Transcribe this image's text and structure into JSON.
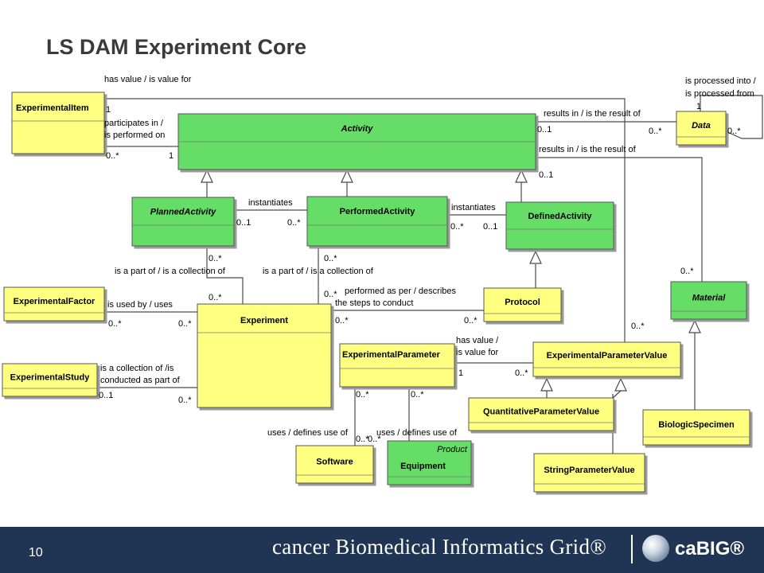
{
  "title": "LS DAM Experiment Core",
  "colors": {
    "yellow_class": "#ffff80",
    "green_class": "#66dd66",
    "footer": "#1f3553"
  },
  "classes": [
    {
      "id": "ExperimentalItem",
      "name": "ExperimentalItem",
      "italic": false,
      "fill": "yellow"
    },
    {
      "id": "Activity",
      "name": "Activity",
      "italic": true,
      "fill": "green"
    },
    {
      "id": "Data",
      "name": "Data",
      "italic": true,
      "fill": "yellow"
    },
    {
      "id": "PlannedActivity",
      "name": "PlannedActivity",
      "italic": true,
      "fill": "green"
    },
    {
      "id": "PerformedActivity",
      "name": "PerformedActivity",
      "italic": false,
      "fill": "green"
    },
    {
      "id": "DefinedActivity",
      "name": "DefinedActivity",
      "italic": false,
      "fill": "green"
    },
    {
      "id": "ExperimentalFactor",
      "name": "ExperimentalFactor",
      "italic": false,
      "fill": "yellow"
    },
    {
      "id": "Experiment",
      "name": "Experiment",
      "italic": false,
      "fill": "yellow"
    },
    {
      "id": "Protocol",
      "name": "Protocol",
      "italic": false,
      "fill": "yellow"
    },
    {
      "id": "Material",
      "name": "Material",
      "italic": true,
      "fill": "green"
    },
    {
      "id": "ExperimentalStudy",
      "name": "ExperimentalStudy",
      "italic": false,
      "fill": "yellow"
    },
    {
      "id": "ExperimentalParameter",
      "name": "ExperimentalParameter",
      "italic": false,
      "fill": "yellow"
    },
    {
      "id": "ExperimentalParameterValue",
      "name": "ExperimentalParameterValue",
      "italic": false,
      "fill": "yellow"
    },
    {
      "id": "QuantitativeParameterValue",
      "name": "QuantitativeParameterValue",
      "italic": false,
      "fill": "yellow"
    },
    {
      "id": "BiologicSpecimen",
      "name": "BiologicSpecimen",
      "italic": false,
      "fill": "yellow"
    },
    {
      "id": "Software",
      "name": "Software",
      "italic": false,
      "fill": "yellow"
    },
    {
      "id": "Equipment",
      "name": "Equipment",
      "italic": false,
      "fill": "green",
      "stereotype": "Product"
    },
    {
      "id": "StringParameterValue",
      "name": "StringParameterValue",
      "italic": false,
      "fill": "yellow"
    }
  ],
  "labels": [
    "has value / is value for",
    "participates in /",
    "is performed on",
    "is processed into /",
    "is processed from",
    "results in / is the result of",
    "results in / is the result of",
    "instantiates",
    "instantiates",
    "is a part of / is a collection of",
    "is a part of / is a collection of",
    "performed as per / describes",
    "the steps to conduct",
    "is used by / uses",
    "is a collection of /is",
    "conducted as part of",
    "has value /",
    "is value for",
    "uses / defines use of",
    "uses / defines use of"
  ],
  "multiplicities": [
    "1",
    "0..*",
    "1",
    "1",
    "0..*",
    "0..1",
    "0..*",
    "0..1",
    "0..1",
    "0..*",
    "0..*",
    "0..1",
    "0..*",
    "0..*",
    "0..*",
    "0..*",
    "0..*",
    "0..*",
    "0..*",
    "0..*",
    "0..*",
    "0..1",
    "0..*",
    "1",
    "0..*",
    "0..*",
    "0..*",
    "0..*",
    "0..*",
    "0..*"
  ],
  "footer": {
    "page_number": "10",
    "text": "cancer Biomedical Informatics Grid®",
    "logo_text": "caBIG®"
  }
}
